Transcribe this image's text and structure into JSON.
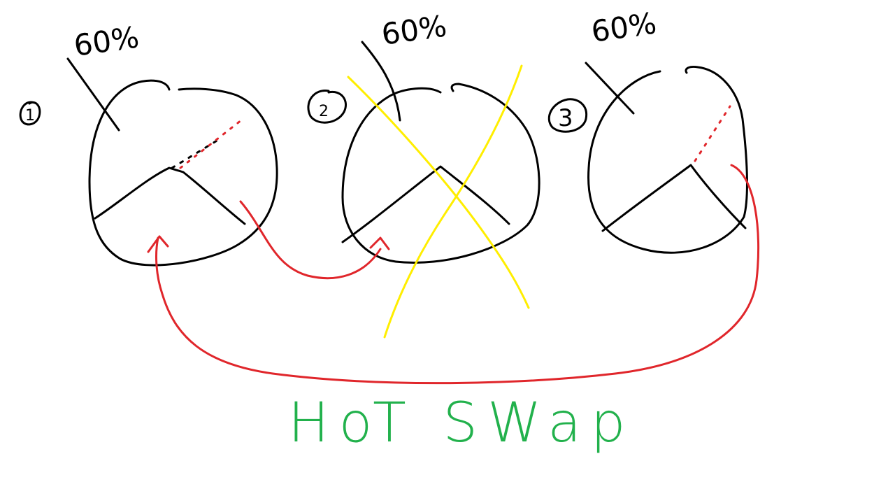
{
  "colors": {
    "ink": "#000000",
    "arrow": "#e0262b",
    "cross": "#ffee00",
    "caption": "#22b14c"
  },
  "nodes": [
    {
      "number": "1",
      "percent": "60%",
      "crossed_out": false
    },
    {
      "number": "2",
      "percent": "60%",
      "crossed_out": true
    },
    {
      "number": "3",
      "percent": "60%",
      "crossed_out": false
    }
  ],
  "caption": "HoT SWap"
}
